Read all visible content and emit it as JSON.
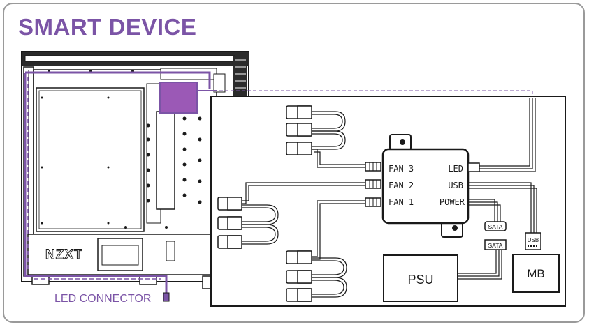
{
  "title": "SMART DEVICE",
  "brand": "NZXT",
  "led_connector_label": "LED CONNECTOR",
  "hub_ports": {
    "fan3": "FAN 3",
    "fan2": "FAN 2",
    "fan1": "FAN 1",
    "led": "LED",
    "usb": "USB",
    "power": "POWER"
  },
  "sata_labels": [
    "SATA",
    "SATA"
  ],
  "usb_header_label": "USB",
  "psu_label": "PSU",
  "mb_label": "MB",
  "colors": {
    "accent": "#7b54a6",
    "device_fill": "#9b59b6",
    "line": "#1a1a1a",
    "frame": "#9a9a9a"
  }
}
